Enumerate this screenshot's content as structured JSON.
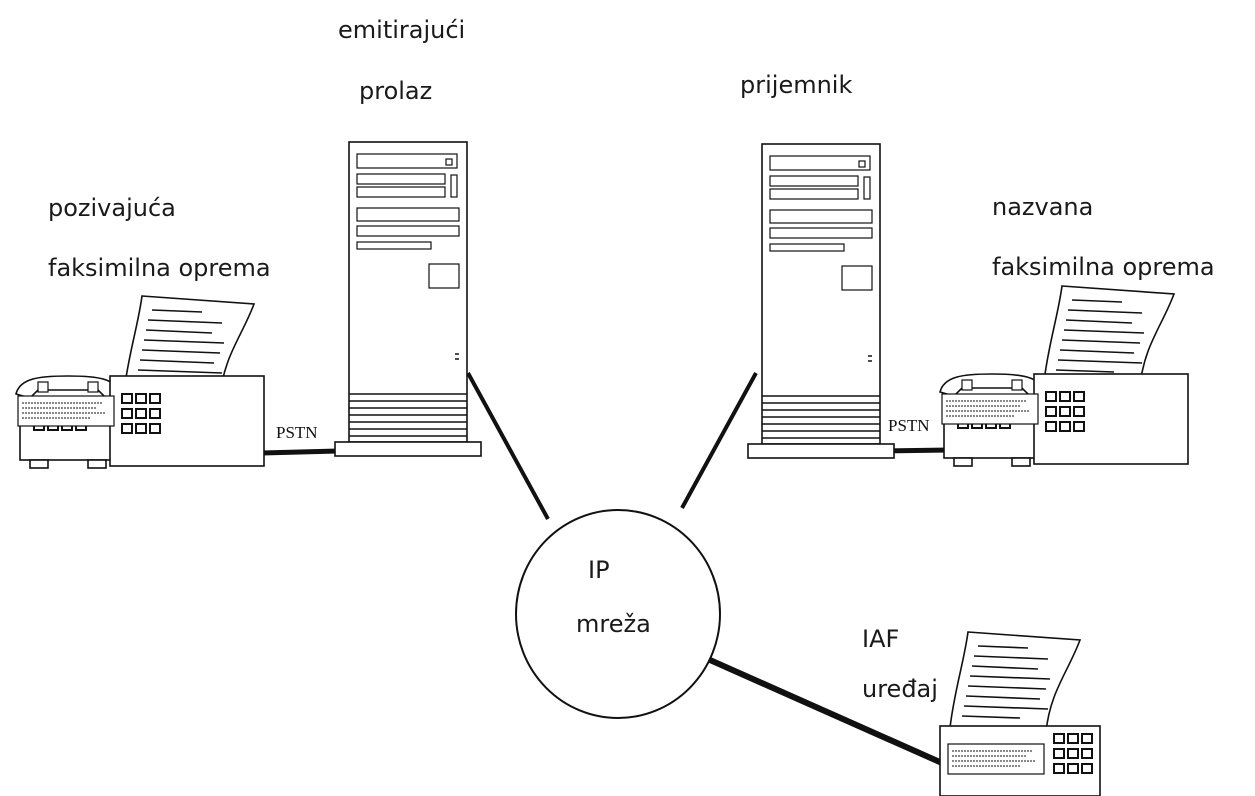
{
  "labels": {
    "sending_gateway_line1": "emitirajući",
    "sending_gateway_line2": "prolaz",
    "receiving_gateway": "prijemnik",
    "calling_fax_line1": "pozivajuća",
    "calling_fax_line2": "faksimilna oprema",
    "called_fax_line1": "nazvana",
    "called_fax_line2": "faksimilna oprema",
    "pstn_left": "PSTN",
    "pstn_right": "PSTN",
    "ip_network_line1": "IP",
    "ip_network_line2": "mreža",
    "iaf_line1": "IAF",
    "iaf_line2": "uređaj"
  }
}
